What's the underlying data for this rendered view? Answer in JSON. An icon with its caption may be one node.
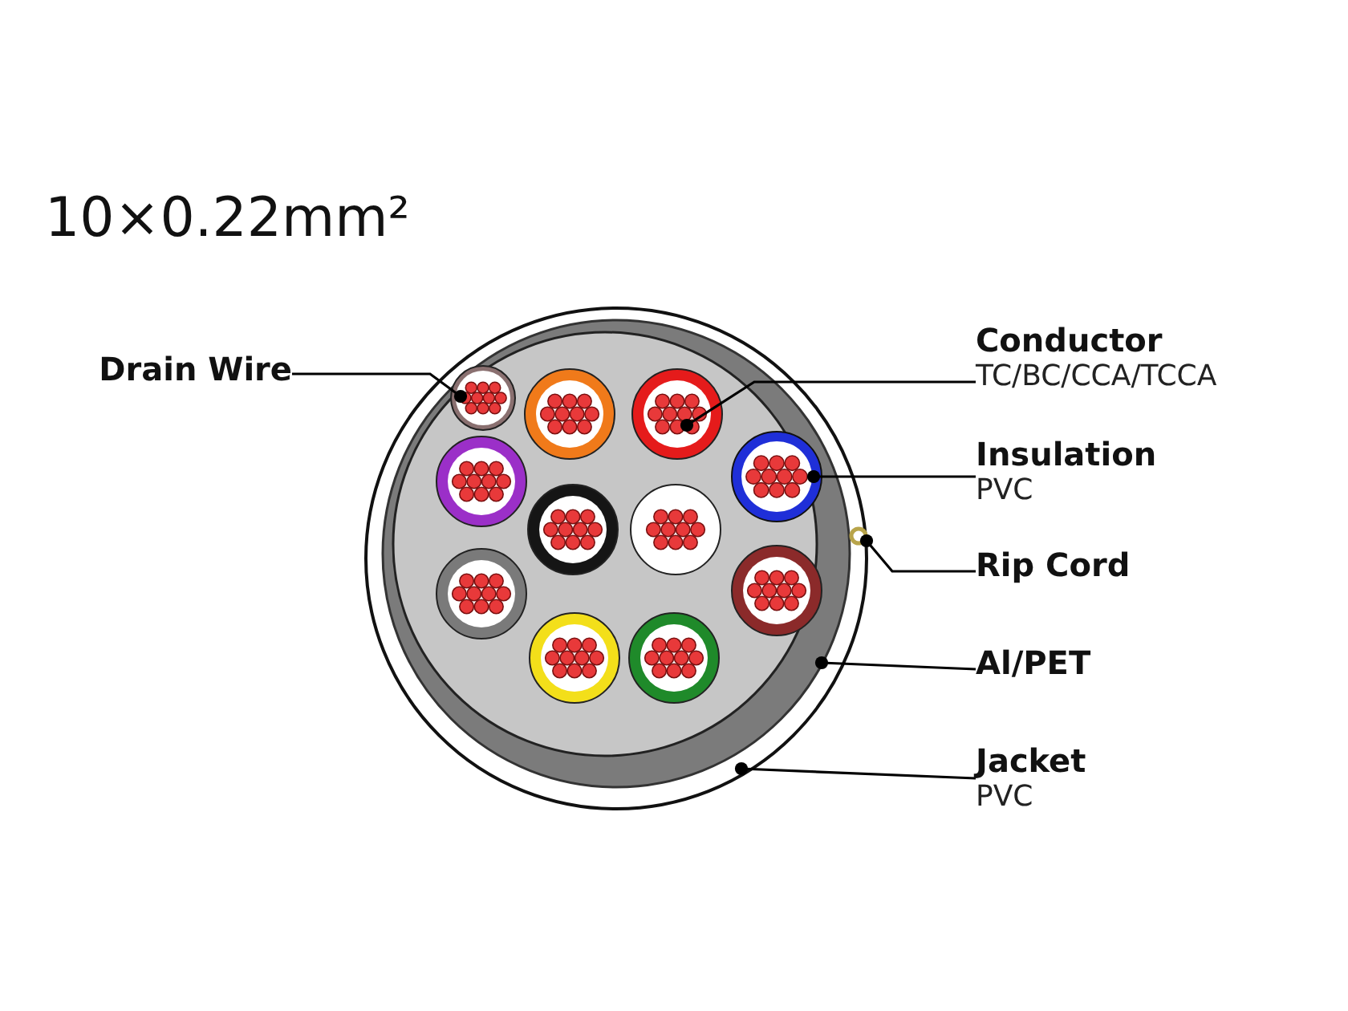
{
  "diagram": {
    "title": "10×0.22mm²",
    "nodes": [
      {
        "text": [
          "Drain Wire"
        ]
      },
      {
        "text": [
          "Conductor",
          "TC/BC/CCA/TCCA"
        ]
      },
      {
        "text": [
          "Insulation",
          "PVC"
        ]
      },
      {
        "text": [
          "Rip Cord"
        ]
      },
      {
        "text": [
          "Al/PET"
        ]
      },
      {
        "text": [
          "Jacket",
          "PVC"
        ]
      },
      {
        "text": [],
        "shape": "circle"
      },
      {
        "text": [],
        "shape": "circle",
        "in": 6
      },
      {
        "text": [],
        "shape": "circle",
        "in": 7
      },
      {
        "text": [],
        "shape": "circle",
        "in": 7
      },
      {
        "text": [],
        "shape": "circle",
        "in": 7
      },
      {
        "text": [],
        "shape": "circle",
        "in": 6
      }
    ],
    "edges": [
      {
        "from": 0,
        "to": 8,
        "arrow": "other"
      },
      {
        "from": 1,
        "to": 9,
        "arrow": "other"
      },
      {
        "from": 2,
        "to": 10,
        "arrow": "other"
      },
      {
        "from": 3,
        "to": 11,
        "arrow": "other"
      },
      {
        "from": 4,
        "to": 7,
        "arrow": "other"
      },
      {
        "from": 5,
        "to": 6,
        "arrow": "other"
      }
    ]
  }
}
